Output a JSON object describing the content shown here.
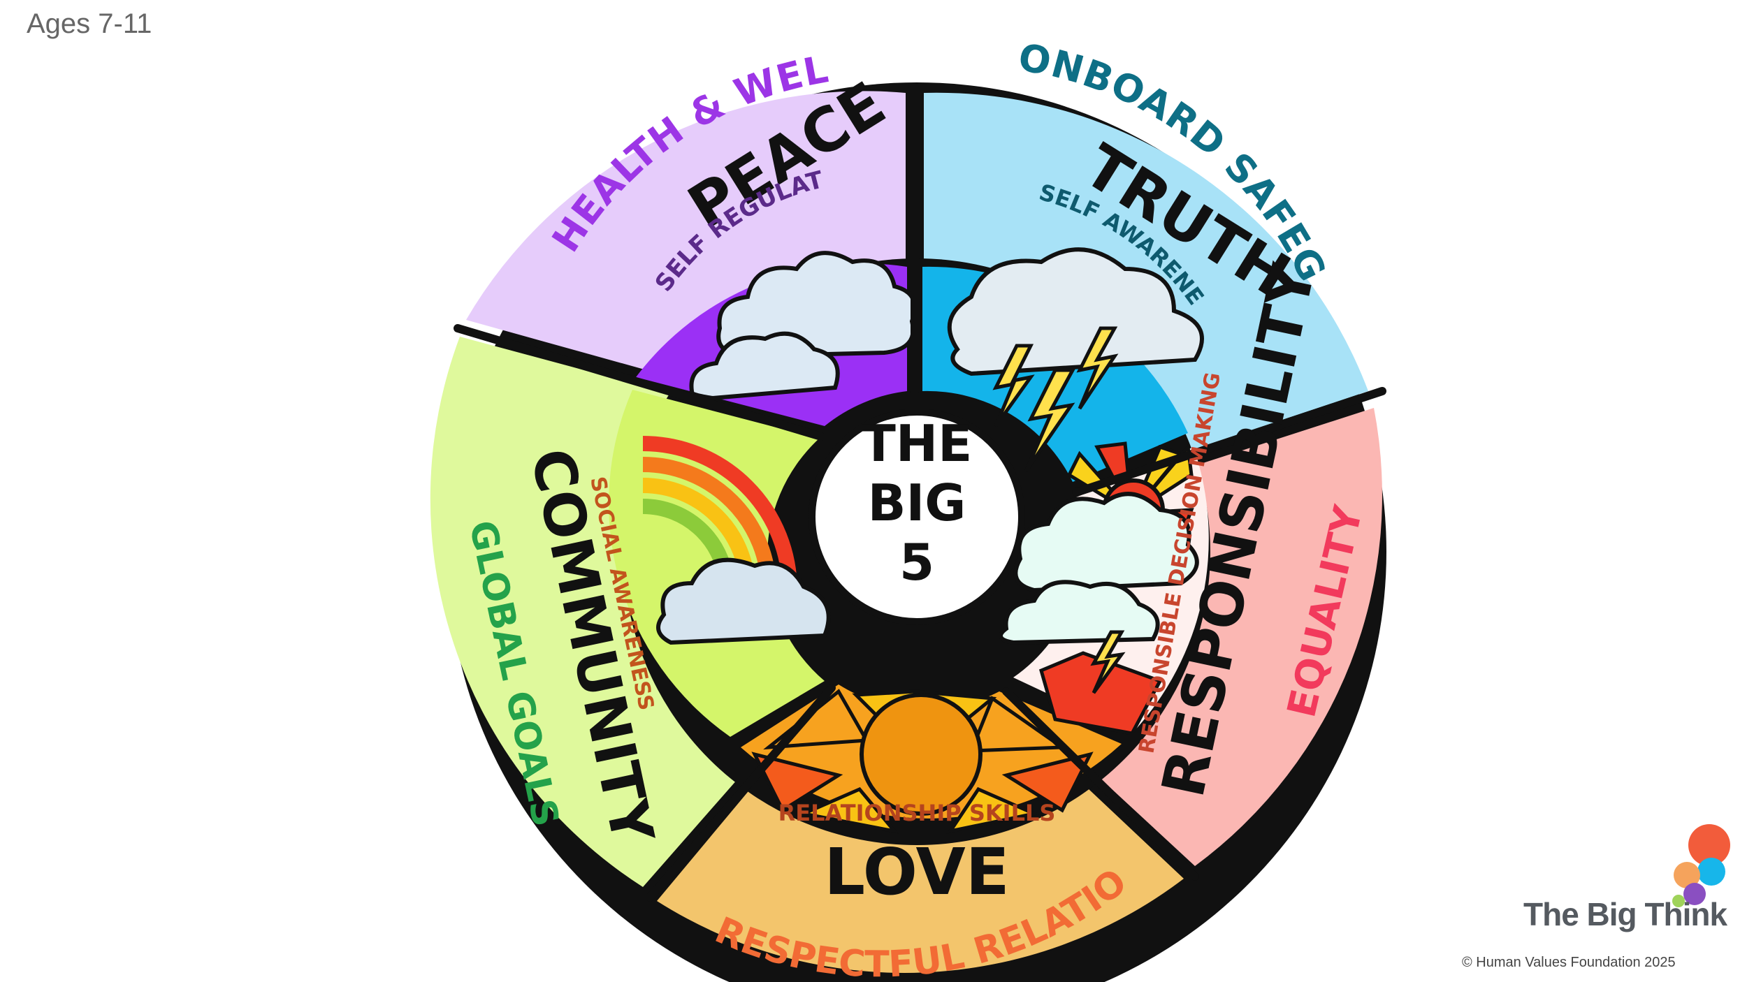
{
  "age_label": "Ages 7-11",
  "center": {
    "line1": "THE",
    "line2": "BIG",
    "line3": "5"
  },
  "segments": {
    "peace": {
      "category": "HEALTH & WELLBEING",
      "value": "PEACE",
      "skill": "SELF REGULATION",
      "outer_color": "#e6ccfb",
      "inner_color": "#9b30f5",
      "category_color": "#9c35e6",
      "skill_color": "#5b2a8a"
    },
    "truth": {
      "category": "ONBOARD SAFEGUARDING",
      "value": "TRUTH",
      "skill": "SELF AWARENESS",
      "outer_color": "#a8e2f7",
      "inner_color": "#14b4ea",
      "category_color": "#0e6f86",
      "skill_color": "#0e5a6e"
    },
    "responsibility": {
      "category": "EQUALITY",
      "value": "RESPONSIBILITY",
      "skill": "RESPONSIBLE DECISION MAKING",
      "outer_color": "#fbb7b3",
      "inner_color": "#f6c6c3",
      "category_color": "#f23a5c",
      "skill_color": "#c8452e"
    },
    "love": {
      "category": "RESPECTFUL RELATIONSHIPS",
      "value": "LOVE",
      "skill": "RELATIONSHIP SKILLS",
      "outer_color": "#f3c56c",
      "inner_color": "#f7a21f",
      "category_color": "#f26b35",
      "skill_color": "#b5441e"
    },
    "community": {
      "category": "GLOBAL GOALS",
      "value": "COMMUNITY",
      "skill": "SOCIAL AWARENESS",
      "outer_color": "#dff99c",
      "inner_color": "#d4f56a",
      "category_color": "#24a24a",
      "skill_color": "#c2541d"
    }
  },
  "brand": {
    "name": "The Big Think",
    "dot_colors": [
      "#f25c3b",
      "#17b6ea",
      "#f5a35c",
      "#8a4fc1",
      "#9fd35a"
    ]
  },
  "copyright": "© Human Values Foundation 2025"
}
